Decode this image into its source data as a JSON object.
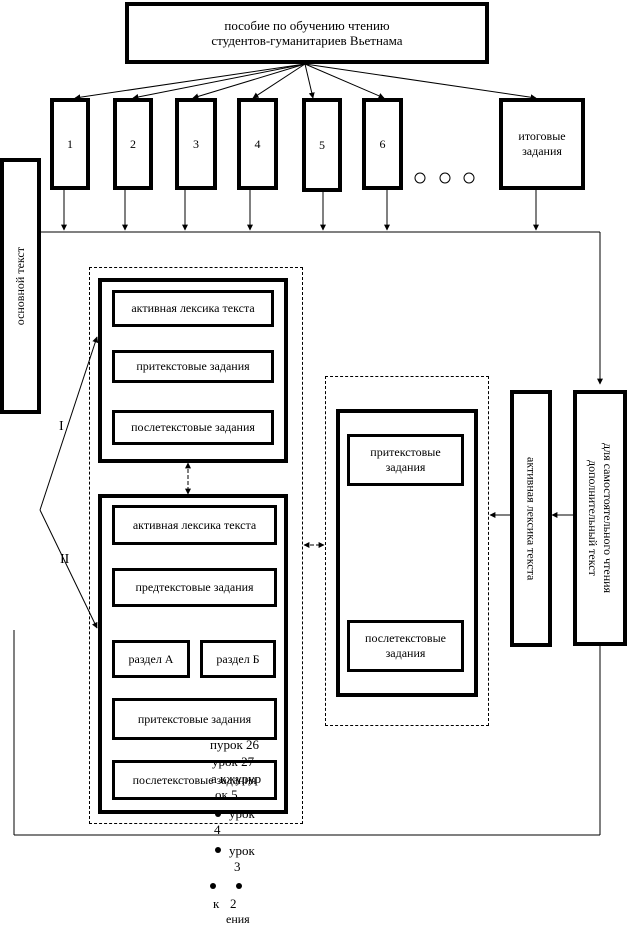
{
  "title": {
    "line1": "пособие по обучению чтению",
    "line2": "студентов-гуманитариев Вьетнама"
  },
  "units": [
    "1",
    "2",
    "3",
    "4",
    "5",
    "6"
  ],
  "final_tasks": "итоговые задания",
  "main_text": "основной текст",
  "markers": {
    "one": "I",
    "two": "II"
  },
  "block1": {
    "vocab": "активная лексика текста",
    "pre": "притекстовые задания",
    "post": "послетекстовые задания"
  },
  "block2": {
    "vocab": "активная лексика текста",
    "pre": "предтекстовые задания",
    "sectionA": "раздел А",
    "sectionB": "раздел Б",
    "pri": "притекстовые задания",
    "post": "послетекстовые задания"
  },
  "block3": {
    "pri": "притекстовые задания",
    "post": "послетекстовые задания"
  },
  "side": {
    "vocab": "активная лексика текста",
    "extra_line1": "дополнительный текст",
    "extra_line2": "для самостоятельного чтения"
  },
  "debris": {
    "a": "пурок 26",
    "b": "урок 27",
    "c": "а кжурур",
    "d": "ок  5",
    "e": "урок",
    "f": "4",
    "g": "урок",
    "h": "3",
    "i": "к",
    "j": "2",
    "k": "ения"
  }
}
